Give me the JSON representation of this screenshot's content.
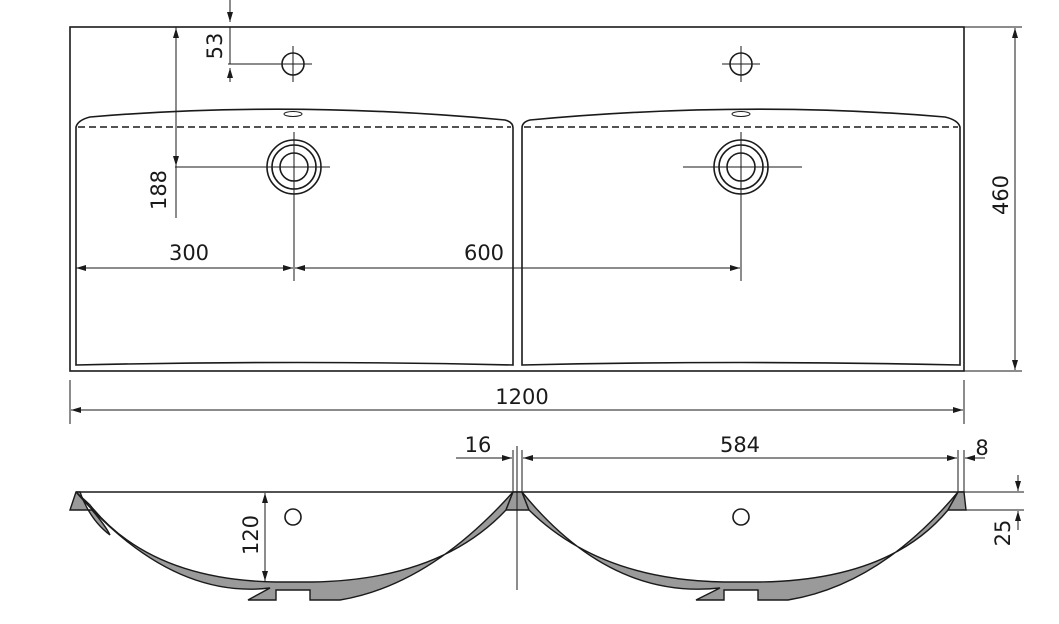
{
  "drawing": {
    "top_view": {
      "tap_hole_offset": "53",
      "drain_depth": "188",
      "drain_left_offset": "300",
      "drain_spacing": "600",
      "overall_depth": "460",
      "overall_width": "1200"
    },
    "side_view": {
      "center_divider": "16",
      "basin_width": "584",
      "edge_wall": "8",
      "basin_depth": "120",
      "rim_thickness": "25"
    }
  }
}
